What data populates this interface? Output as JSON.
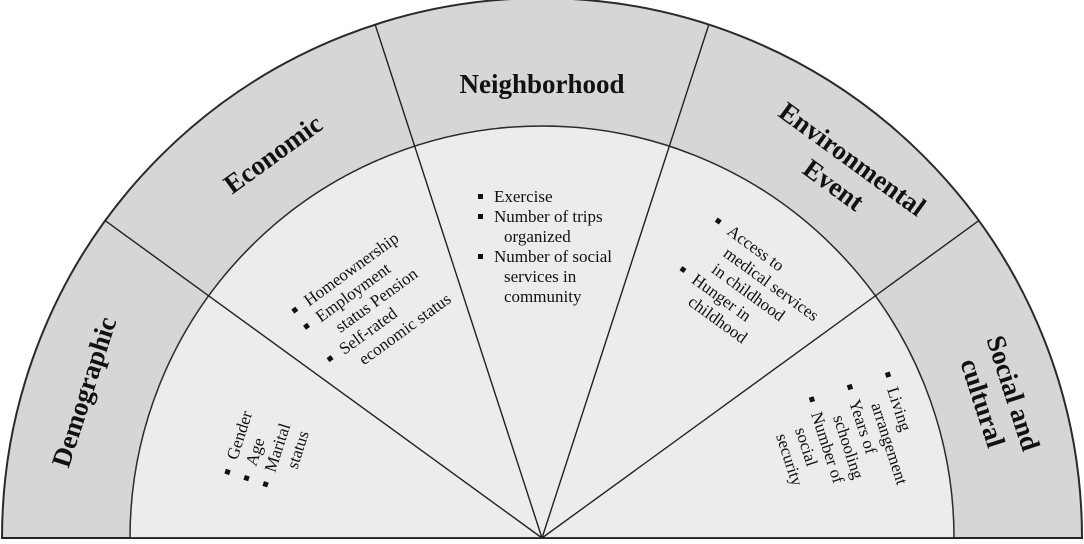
{
  "diagram": {
    "categories": [
      {
        "id": "demographic",
        "label": "Demographic",
        "items": [
          [
            "Gender"
          ],
          [
            "Age"
          ],
          [
            "Marital",
            "status"
          ]
        ]
      },
      {
        "id": "economic",
        "label": "Economic",
        "items": [
          [
            "Homeownership"
          ],
          [
            "Employment",
            "status Pension"
          ],
          [
            "Self-rated",
            "economic status"
          ]
        ]
      },
      {
        "id": "neighborhood",
        "label": "Neighborhood",
        "items": [
          [
            "Exercise"
          ],
          [
            "Number of trips",
            "organized"
          ],
          [
            "Number of social",
            "services in",
            "community"
          ]
        ]
      },
      {
        "id": "environmental",
        "label": "Environmental Event",
        "items": [
          [
            "Access to",
            "medical services",
            "in childhood"
          ],
          [
            "Hunger in",
            "childhood"
          ]
        ]
      },
      {
        "id": "social",
        "label": "Social and cultural",
        "items": [
          [
            "Living",
            "arrangement"
          ],
          [
            "Years of",
            "schooling"
          ],
          [
            "Number of",
            "social",
            "security"
          ]
        ]
      }
    ]
  },
  "colors": {
    "outer_ring": "#d6d6d6",
    "inner_sector": "#ececec",
    "lines": "#222222"
  }
}
